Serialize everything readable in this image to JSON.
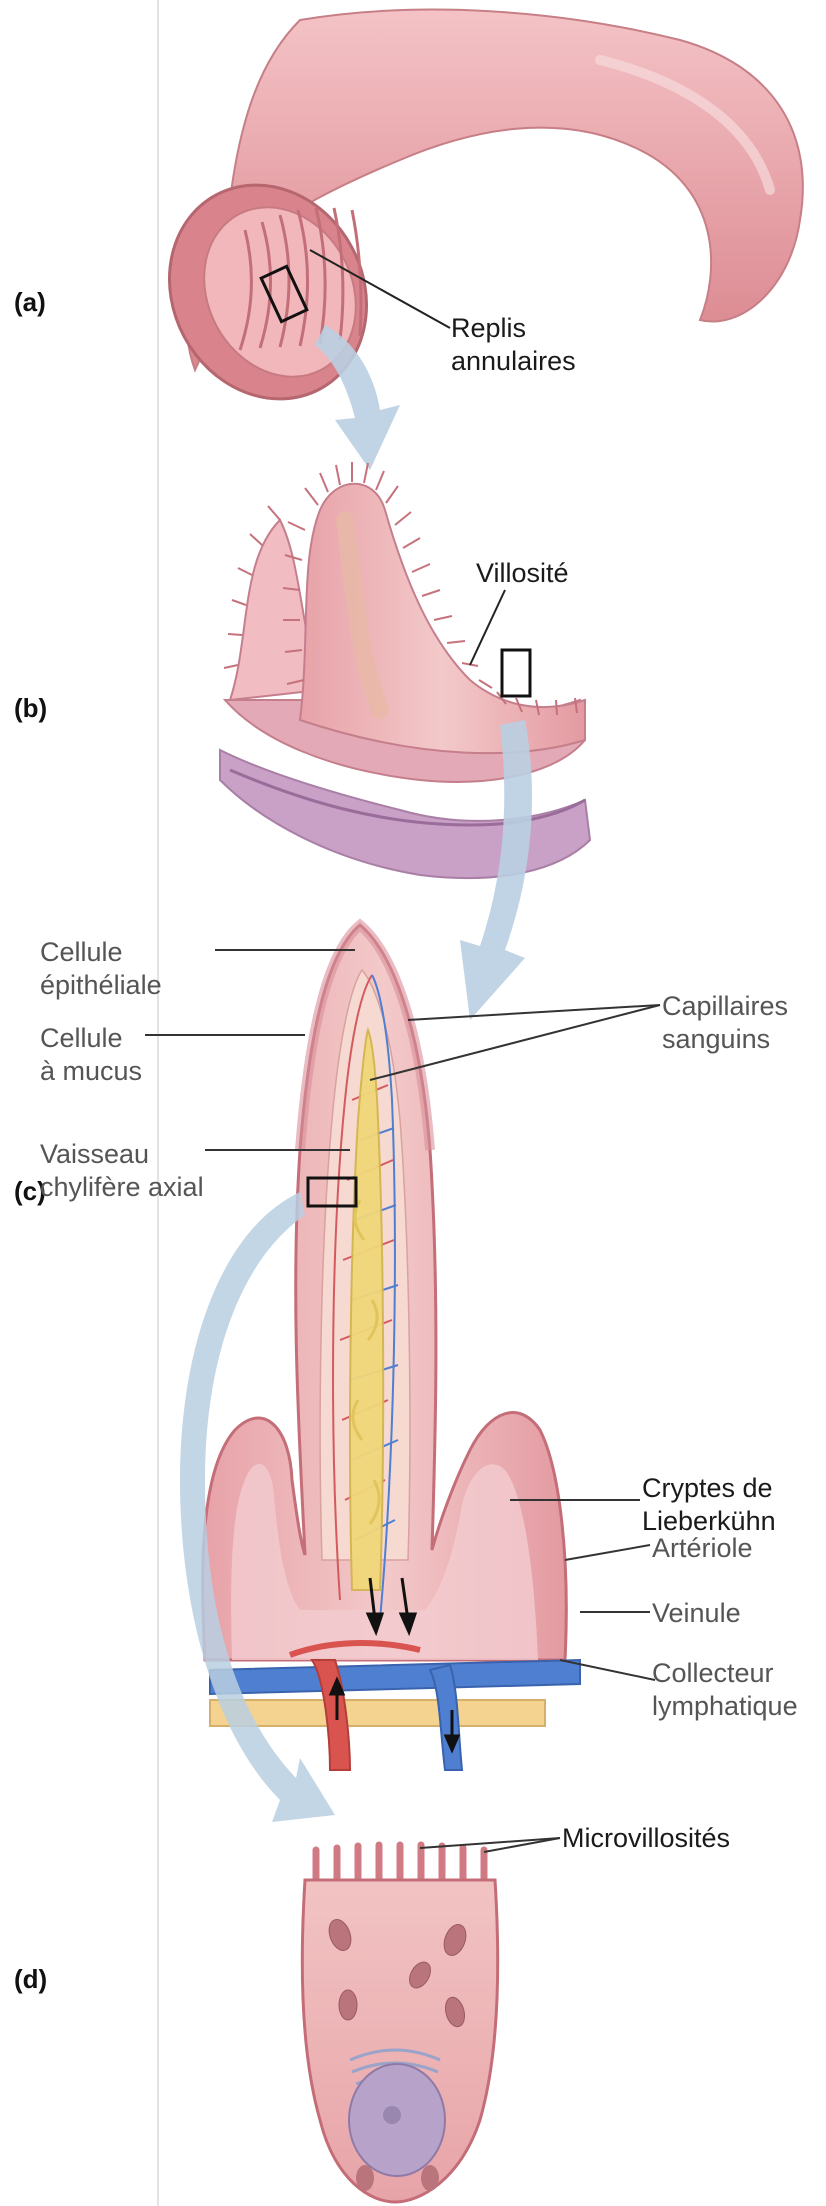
{
  "panels": [
    "(a)",
    "(b)",
    "(c)",
    "(d)"
  ],
  "labels": {
    "replis": [
      "Replis",
      "annulaires"
    ],
    "villosite": "Villosité",
    "cellule_epitheliale": [
      "Cellule",
      "épithéliale"
    ],
    "cellule_mucus": [
      "Cellule",
      "à mucus"
    ],
    "vaisseau": [
      "Vaisseau",
      "chylifère axial"
    ],
    "capillaires": [
      "Capillaires",
      "sanguins"
    ],
    "cryptes": [
      "Cryptes de",
      "Lieberkühn"
    ],
    "arteriole": "Artériole",
    "veinule": "Veinule",
    "collecteur": [
      "Collecteur",
      "lymphatique"
    ],
    "microvillosites": "Microvillosités"
  },
  "colors": {
    "tissue": "#e8a0a6",
    "tissue_dark": "#c9737d",
    "lacteal": "#f0d77a",
    "artery": "#d9534f",
    "vein": "#4f7fd1",
    "arrow": "#b9cfe2"
  }
}
